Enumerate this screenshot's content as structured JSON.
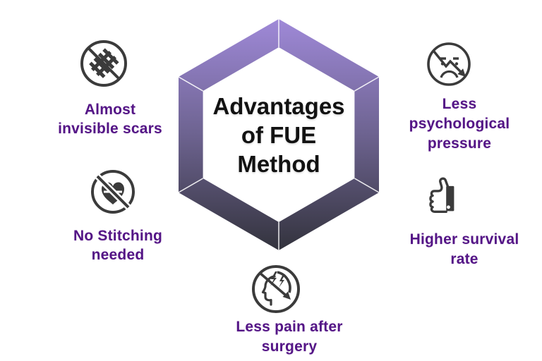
{
  "title": {
    "lines": [
      "Advantages",
      "of FUE",
      "Method"
    ]
  },
  "items": [
    {
      "icon": "no-scars-icon",
      "lines": [
        "Almost",
        "invisible scars"
      ]
    },
    {
      "icon": "no-stitching-icon",
      "lines": [
        "No Stitching",
        "needed"
      ]
    },
    {
      "icon": "less-psychological-pressure-icon",
      "lines": [
        "Less",
        "psychological",
        "pressure"
      ]
    },
    {
      "icon": "thumbs-up-icon",
      "lines": [
        "Higher survival",
        "rate"
      ]
    },
    {
      "icon": "less-pain-icon",
      "lines": [
        "Less pain after",
        "surgery"
      ]
    }
  ],
  "colors": {
    "background": "#ffffff",
    "label_text": "#541586",
    "title_text": "#121212",
    "icon_stroke": "#3b3b3b",
    "hexagon_gradient_top": "#9f89d8",
    "hexagon_gradient_mid": "#6d6390",
    "hexagon_gradient_bottom": "#33333d"
  }
}
